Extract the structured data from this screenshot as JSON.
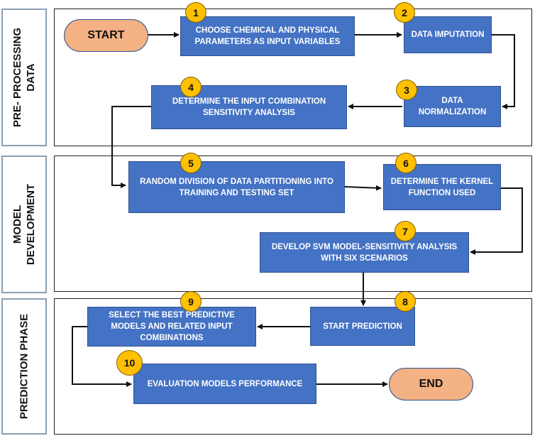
{
  "sections": [
    {
      "id": "pre",
      "label": "PRE- PROCESSING\nDATA"
    },
    {
      "id": "model",
      "label": "MODEL\nDEVELOPMENT"
    },
    {
      "id": "pred",
      "label": "PREDICTION PHASE"
    }
  ],
  "start_label": "START",
  "end_label": "END",
  "steps": [
    {
      "num": "1",
      "text": "CHOOSE CHEMICAL AND PHYSICAL PARAMETERS AS INPUT VARIABLES"
    },
    {
      "num": "2",
      "text": "DATA IMPUTATION"
    },
    {
      "num": "3",
      "text": "DATA NORMALIZATION"
    },
    {
      "num": "4",
      "text": "DETERMINE THE INPUT COMBINATION SENSITIVITY ANALYSIS"
    },
    {
      "num": "5",
      "text": "RANDOM DIVISION OF DATA PARTITIONING INTO TRAINING AND TESTING SET"
    },
    {
      "num": "6",
      "text": "DETERMINE THE KERNEL FUNCTION USED"
    },
    {
      "num": "7",
      "text": "DEVELOP SVM MODEL-SENSITIVITY ANALYSIS WITH SIX SCENARIOS"
    },
    {
      "num": "8",
      "text": "START PREDICTION"
    },
    {
      "num": "9",
      "text": "SELECT THE BEST PREDICTIVE MODELS AND RELATED INPUT COMBINATIONS"
    },
    {
      "num": "10",
      "text": "EVALUATION MODELS PERFORMANCE"
    }
  ]
}
